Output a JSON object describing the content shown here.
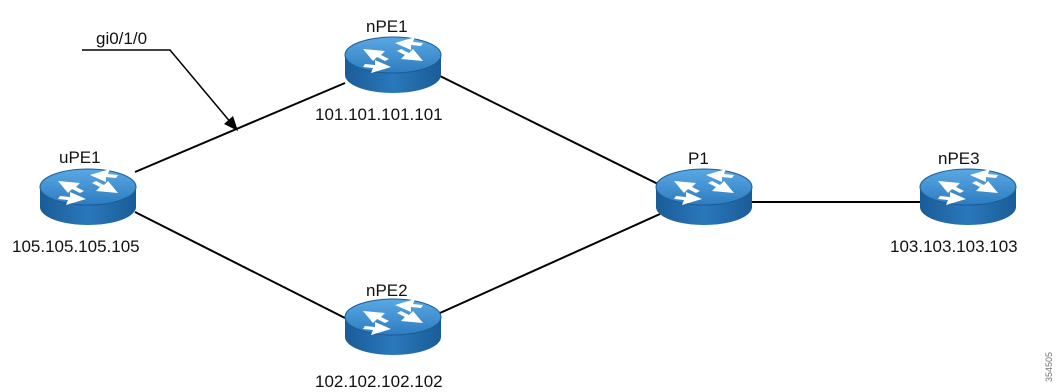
{
  "nodes": {
    "upe1": {
      "name": "uPE1",
      "ip": "105.105.105.105"
    },
    "npe1": {
      "name": "nPE1",
      "ip": "101.101.101.101"
    },
    "npe2": {
      "name": "nPE2",
      "ip": "102.102.102.102"
    },
    "p1": {
      "name": "P1",
      "ip": ""
    },
    "npe3": {
      "name": "nPE3",
      "ip": "103.103.103.103"
    }
  },
  "links": [
    {
      "from": "uPE1",
      "to": "nPE1"
    },
    {
      "from": "uPE1",
      "to": "nPE2"
    },
    {
      "from": "nPE1",
      "to": "P1"
    },
    {
      "from": "nPE2",
      "to": "P1"
    },
    {
      "from": "P1",
      "to": "nPE3"
    }
  ],
  "callout": {
    "label": "gi0/1/0",
    "target_link": "uPE1-nPE1"
  },
  "figure_id": "354505",
  "icon": "router-icon",
  "colors": {
    "router_body": "#1f6fb2",
    "router_top": "#4a97d4",
    "router_arrow": "#ffffff",
    "link": "#000000"
  }
}
